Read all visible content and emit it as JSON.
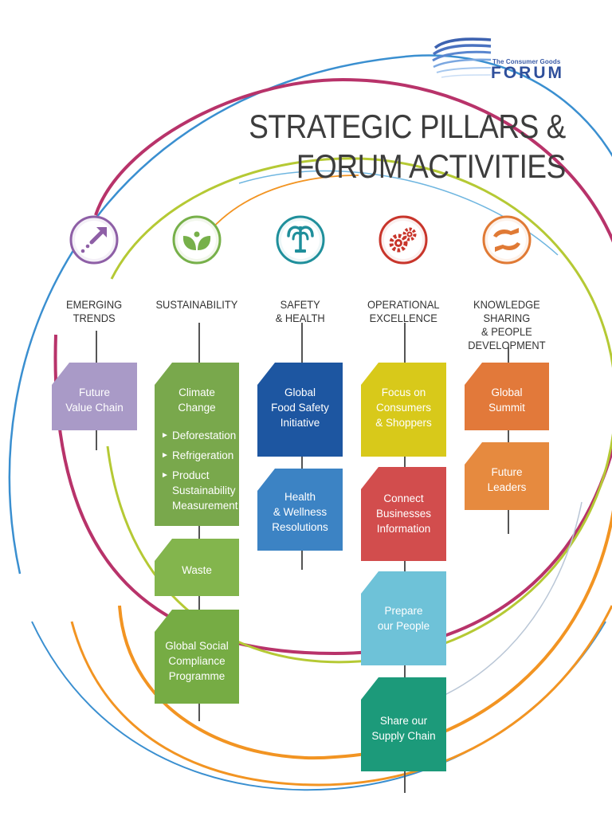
{
  "logo": {
    "top_text": "The Consumer Goods",
    "main_text": "FORUM"
  },
  "title": {
    "line1": "STRATEGIC PILLARS &",
    "line2": "FORUM ACTIVITIES"
  },
  "colors": {
    "purple": "#8e5fa6",
    "green": "#77b04a",
    "teal": "#1f8f9b",
    "red": "#c8352b",
    "orange": "#e07a35",
    "ring_blue": "#3a8fd0",
    "ring_magenta": "#b8336a",
    "ring_lime": "#b5c934",
    "ring_orange": "#f29422"
  },
  "pillars": [
    {
      "label": "EMERGING\nTRENDS",
      "icon": "arrow-diagonal-icon",
      "activities": [
        {
          "label": "Future\nValue  Chain",
          "color": "#a99ac7"
        }
      ]
    },
    {
      "label": "SUSTAINABILITY",
      "icon": "leaves-icon",
      "activities": [
        {
          "label": "Climate\nChange",
          "color": "#79a84c",
          "bullets": [
            "Deforestation",
            "Refrigeration",
            "Product\nSustainability\nMeasurement"
          ]
        },
        {
          "label": "Waste",
          "color": "#83b54d"
        },
        {
          "label": "Global Social\nCompliance\nProgramme",
          "color": "#76ac44"
        }
      ]
    },
    {
      "label": "SAFETY\n& HEALTH",
      "icon": "fountain-icon",
      "activities": [
        {
          "label": "Global\nFood Safety\nInitiative",
          "color": "#1d56a1"
        },
        {
          "label": "Health\n& Wellness\nResolutions",
          "color": "#3c83c4"
        }
      ]
    },
    {
      "label": "OPERATIONAL\nEXCELLENCE",
      "icon": "gears-icon",
      "activities": [
        {
          "label": "Focus on\nConsumers\n& Shoppers",
          "color": "#d8c91a"
        },
        {
          "label": "Connect\nBusinesses\nInformation",
          "color": "#d24d4d"
        },
        {
          "label": "Prepare\nour People",
          "color": "#6ec2d8"
        },
        {
          "label": "Share our\nSupply Chain",
          "color": "#1c9a7a"
        }
      ]
    },
    {
      "label": "KNOWLEDGE\nSHARING\n& PEOPLE\nDEVELOPMENT",
      "icon": "hands-icon",
      "activities": [
        {
          "label": "Global\nSummit",
          "color": "#e2793a"
        },
        {
          "label": "Future\nLeaders",
          "color": "#e68a3f"
        }
      ]
    }
  ]
}
